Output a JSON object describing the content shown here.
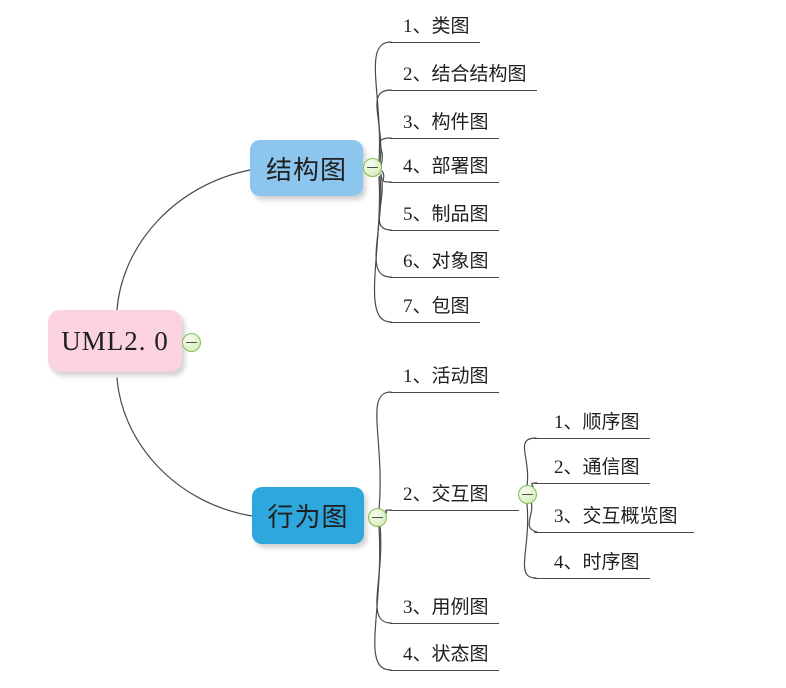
{
  "app": "mind-map",
  "root": {
    "label": "UML2. 0"
  },
  "branches": [
    {
      "label": "结构图",
      "children": [
        {
          "label": "1、类图"
        },
        {
          "label": "2、结合结构图"
        },
        {
          "label": "3、构件图"
        },
        {
          "label": "4、部署图"
        },
        {
          "label": "5、制品图"
        },
        {
          "label": "6、对象图"
        },
        {
          "label": "7、包图"
        }
      ]
    },
    {
      "label": "行为图",
      "children": [
        {
          "label": "1、活动图"
        },
        {
          "label": "2、交互图",
          "children": [
            {
              "label": "1、顺序图"
            },
            {
              "label": "2、通信图"
            },
            {
              "label": "3、交互概览图"
            },
            {
              "label": "4、时序图"
            }
          ]
        },
        {
          "label": "3、用例图"
        },
        {
          "label": "4、状态图"
        }
      ]
    }
  ],
  "icons": {
    "collapse": "minus-circle"
  },
  "colors": {
    "root_fill": "#FBD3DF",
    "branch_structure_fill": "#8CC6EE",
    "branch_behavior_fill": "#2EA7DD",
    "connector_line": "#4a4a4a",
    "collapse_border": "#84BE55",
    "collapse_fill": "#E2F2CB",
    "text": "#1f1f1f",
    "background": "#ffffff"
  }
}
